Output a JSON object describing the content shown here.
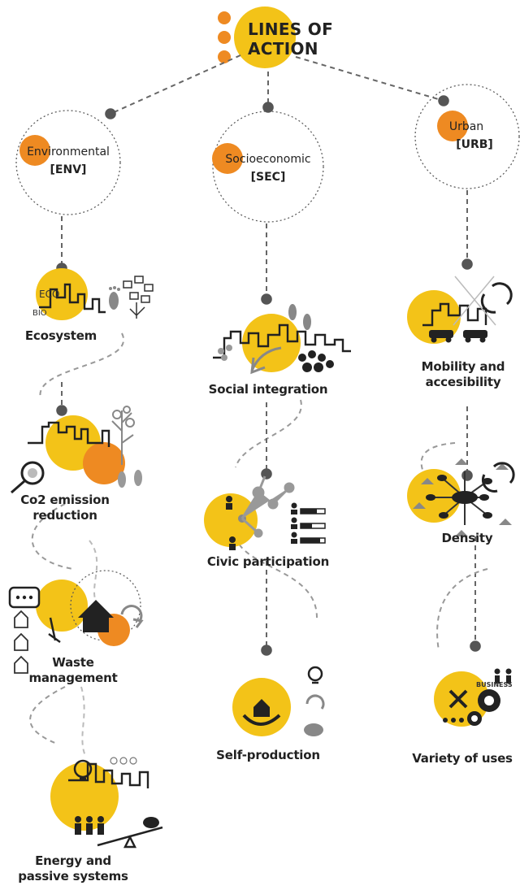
{
  "title": {
    "part1": "LINES",
    "part2": "OF",
    "part3": "ACTION"
  },
  "colors": {
    "yellow": "#f3c318",
    "orange": "#ee8a22",
    "ink": "#222222",
    "gray": "#8a8a8a"
  },
  "categories": [
    {
      "id": "env",
      "name": "Environmental",
      "code": "[ENV]"
    },
    {
      "id": "sec",
      "name": "Socioeconomic",
      "code": "[SEC]"
    },
    {
      "id": "urb",
      "name": "Urban",
      "code": "[URB]"
    }
  ],
  "env_items": [
    {
      "label": "Ecosystem",
      "icons": [
        "eco-text",
        "skyline-icon",
        "footprint-icon",
        "tree-icon"
      ],
      "badge1": "ECO",
      "badge2": "BIO"
    },
    {
      "label": "Co2 emission reduction",
      "line1": "Co2 emission",
      "line2": "reduction",
      "icons": [
        "skyline-icon",
        "magnifier-icon",
        "footprint-icon",
        "tree-icon"
      ]
    },
    {
      "label": "Waste management",
      "line1": "Waste",
      "line2": "management",
      "icons": [
        "speech-bubble-icon",
        "house-icon",
        "recycle-icon"
      ]
    },
    {
      "label": "Energy and passive systems",
      "line1": "Energy and",
      "line2": "passive systems",
      "icons": [
        "lightbulb-icon",
        "people-icon",
        "scale-icon",
        "piggy-bank-icon"
      ]
    }
  ],
  "sec_items": [
    {
      "label": "Social integration",
      "icons": [
        "skyline-icon",
        "crowd-icon",
        "arrow-icon"
      ]
    },
    {
      "label": "Civic participation",
      "icons": [
        "network-icon",
        "people-icon",
        "bar-icon"
      ]
    },
    {
      "label": "Self-production",
      "icons": [
        "hands-house-icon",
        "lightbulb-icon",
        "recycle-icon",
        "piggy-bank-icon"
      ]
    }
  ],
  "urb_items": [
    {
      "label": "Mobility and accesibility",
      "line1": "Mobility and",
      "line2": "accesibility",
      "icons": [
        "skyline-icon",
        "car-icon",
        "recycle-arrows-icon"
      ]
    },
    {
      "label": "Density",
      "icons": [
        "hub-icon",
        "house-icon",
        "recycle-arrows-icon"
      ]
    },
    {
      "label": "Variety of uses",
      "icons": [
        "tools-icon",
        "gear-icon",
        "handshake-icon"
      ],
      "badge": "BUSINESS"
    }
  ]
}
